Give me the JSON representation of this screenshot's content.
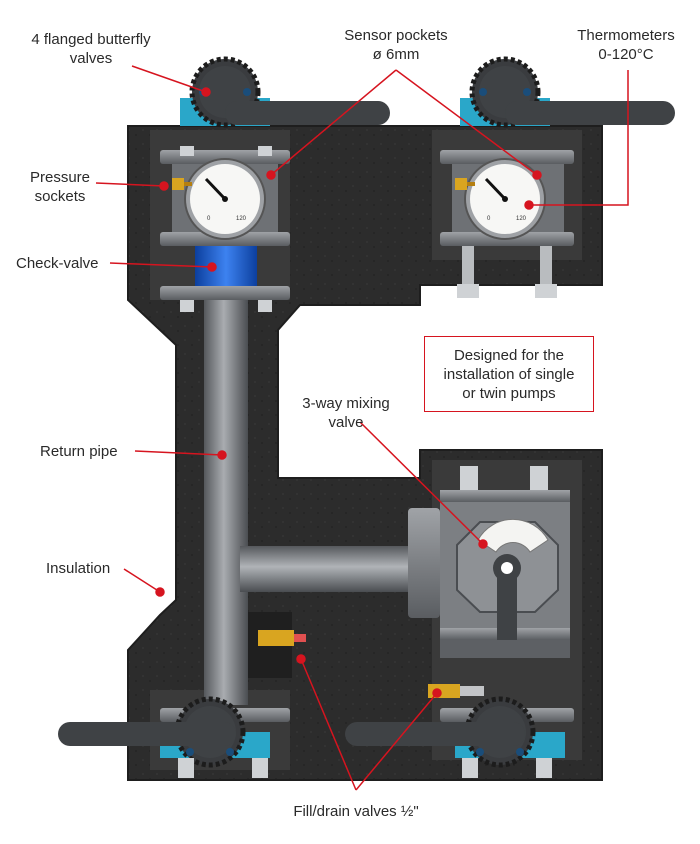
{
  "labels": {
    "butterfly_valves": "4 flanged butterfly\nvalves",
    "sensor_pockets": "Sensor pockets\nø 6mm",
    "thermometers": "Thermometers\n0-120°C",
    "pressure_sockets": "Pressure\nsockets",
    "check_valve": "Check-valve",
    "return_pipe": "Return pipe",
    "insulation": "Insulation",
    "mixing_valve": "3-way mixing\nvalve",
    "fill_drain": "Fill/drain valves ½\"",
    "callout": "Designed for the\ninstallation of single\nor twin pumps"
  },
  "gauge": {
    "scale_min": "0",
    "scale_max": "120"
  },
  "colors": {
    "leader_red": "#d6141f",
    "insulation": "#2b2b2b",
    "steel": "#8a8d91",
    "handle": "#3f4245",
    "check_valve_blue": "#1f5fd0",
    "brass": "#d9a520",
    "flange_blue": "#2aa7c9"
  }
}
